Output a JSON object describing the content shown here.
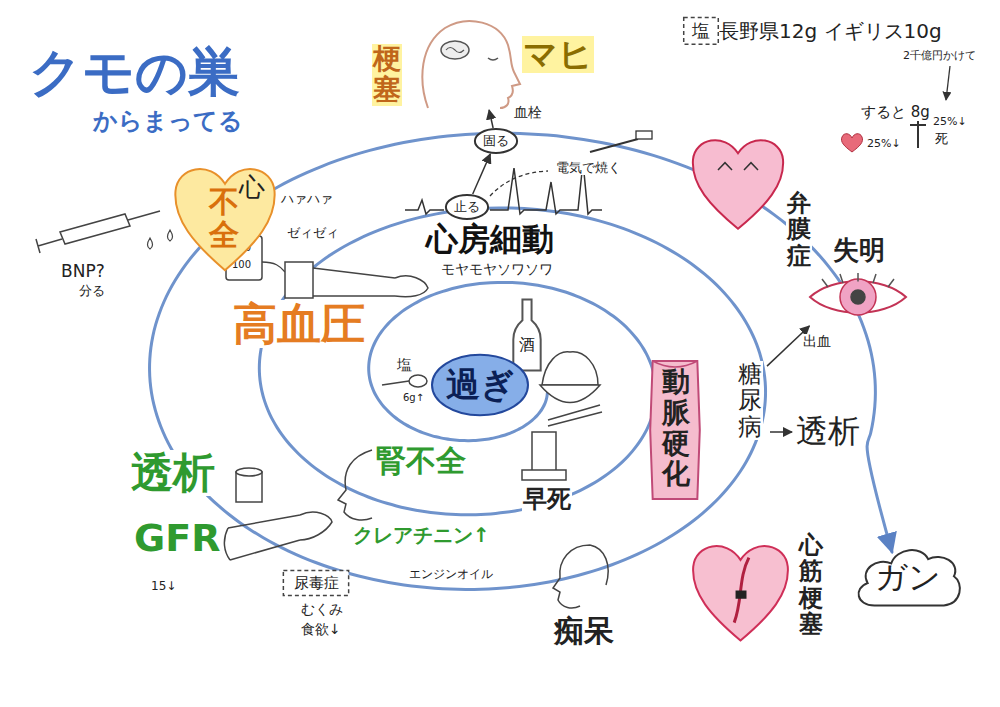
{
  "diagram": {
    "title": "クモの巣",
    "nodes": [
      {
        "text": [
          "梗塞",
          "マヒ"
        ]
      },
      {
        "text": [
          "固る"
        ]
      },
      {
        "text": [
          "止る"
        ]
      },
      {
        "text": [
          "心",
          "不全"
        ]
      },
      {
        "text": [
          "弁膜症"
        ]
      },
      {
        "text": [
          "失明"
        ]
      },
      {
        "text": [
          "酒"
        ]
      },
      {
        "text": [
          "過ぎ"
        ]
      },
      {
        "text": [
          "動脈硬化",
          "糖尿病"
        ]
      },
      {
        "text": [
          "透析",
          "GFR"
        ]
      },
      {
        "text": [
          "腎不全",
          "クレアチニン↑"
        ]
      },
      {
        "text": [
          "尿毒症"
        ]
      },
      {
        "text": [
          "早死"
        ]
      },
      {
        "text": [
          "痴呆"
        ]
      },
      {
        "text": [
          "心筋梗塞"
        ]
      },
      {
        "text": [
          "ガン"
        ]
      },
      {
        "text": [
          "塩"
        ]
      }
    ],
    "edges": [
      {
        "from": 2,
        "to": 1,
        "arrow": "to"
      },
      {
        "from": 1,
        "to": 0,
        "label": "血栓",
        "arrow": "to"
      },
      {
        "from": 8,
        "to": 5,
        "label": "出血",
        "arrow": "to"
      }
    ],
    "labels": [
      "からまってる",
      "長野県12g イギリス10g",
      "2千億円かけて",
      "すると 8g",
      "25%↓",
      "25%↓",
      "死",
      "電気で焼く",
      "心房細動",
      "モヤモヤソワソワ",
      "ハァハァ",
      "ゼィゼィ",
      "BNP?",
      "分る",
      "180",
      "100",
      "高血圧",
      "塩",
      "6g↑",
      "15↓",
      "エンジンオイル",
      "むくみ",
      "食欲↓",
      "透析"
    ]
  }
}
